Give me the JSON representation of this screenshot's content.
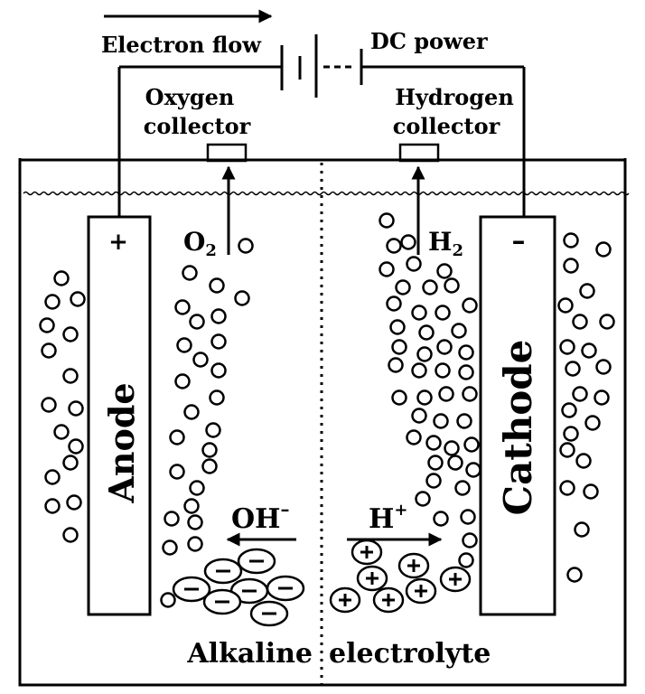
{
  "labels": {
    "electron_flow": "Electron flow",
    "dc_power": "DC power",
    "oxygen_collector_line1": "Oxygen",
    "oxygen_collector_line2": "collector",
    "hydrogen_collector_line1": "Hydrogen",
    "hydrogen_collector_line2": "collector",
    "anode": "Anode",
    "anode_sign": "+",
    "cathode": "Cathode",
    "cathode_sign": "–",
    "o2": "O",
    "o2_sub": "2",
    "h2": "H",
    "h2_sub": "2",
    "oh": "OH",
    "oh_sup": "–",
    "h_plus": "H",
    "h_plus_sup": "+",
    "electrolyte_left": "Alkaline",
    "electrolyte_right": "electrolyte",
    "anion_symbol": "–",
    "cation_symbol": "+"
  }
}
